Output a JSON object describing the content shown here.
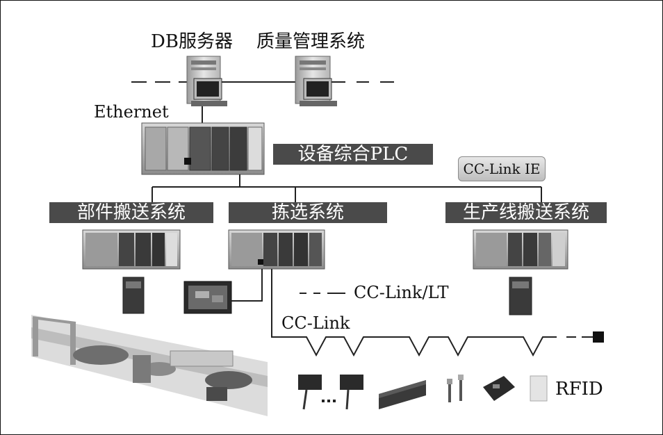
{
  "servers": {
    "db_label": "DB服务器",
    "qms_label": "质量管理系统"
  },
  "network": {
    "ethernet_label": "Ethernet",
    "cc_link_ie_label": "CC-Link IE",
    "cc_link_lt_label": "CC-Link/LT",
    "cc_link_label": "CC-Link",
    "rfid_label": "RFID"
  },
  "plc": {
    "main_label": "设备综合PLC"
  },
  "subsystems": {
    "parts_transfer": "部件搬送系统",
    "picking": "拣选系统",
    "line_transfer": "生产线搬送系统"
  }
}
